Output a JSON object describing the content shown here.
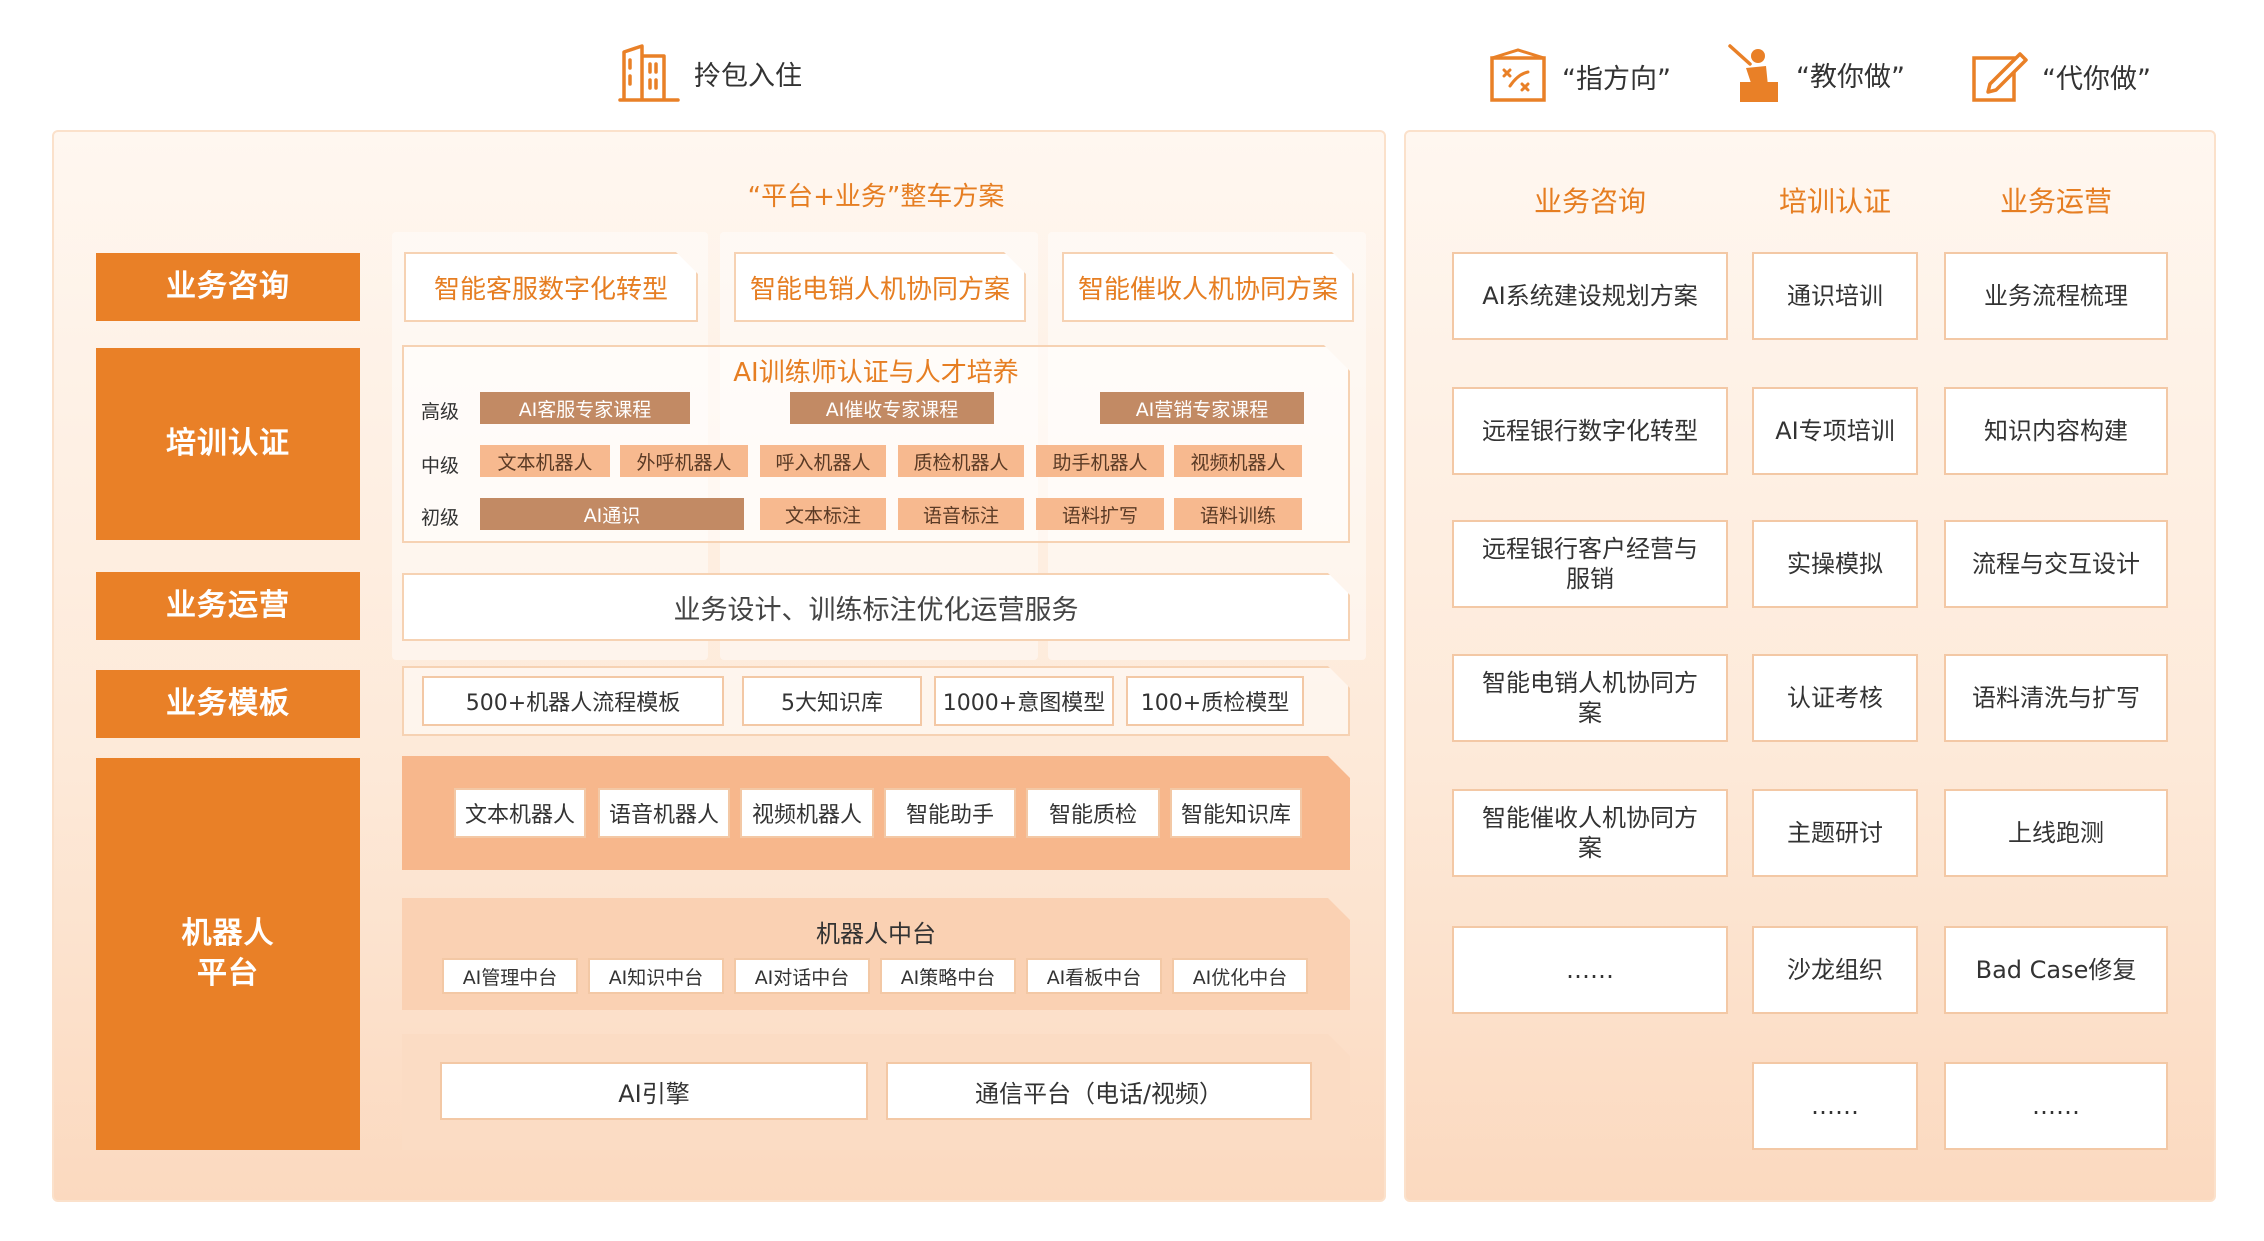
{
  "header_left": {
    "label": "拎包入住",
    "icon": "building-icon"
  },
  "header_right": [
    {
      "label": "“指方向”",
      "icon": "direction-board-icon"
    },
    {
      "label": "“教你做”",
      "icon": "teacher-icon"
    },
    {
      "label": "“代你做”",
      "icon": "edit-icon"
    }
  ],
  "left_panel": {
    "title": "“平台+业务”整车方案",
    "categories": [
      "业务咨询",
      "培训认证",
      "业务运营",
      "业务模板",
      "机器人平台"
    ],
    "category_robot_line1": "机器人",
    "category_robot_line2": "平台",
    "solutions": [
      "智能客服数字化转型",
      "智能电销人机协同方案",
      "智能催收人机协同方案"
    ],
    "training": {
      "title": "AI训练师认证与人才培养",
      "levels": [
        "高级",
        "中级",
        "初级"
      ],
      "advanced": [
        "AI客服专家课程",
        "AI催收专家课程",
        "AI营销专家课程"
      ],
      "intermediate": [
        "文本机器人",
        "外呼机器人",
        "呼入机器人",
        "质检机器人",
        "助手机器人",
        "视频机器人"
      ],
      "basic": [
        "AI通识",
        "文本标注",
        "语音标注",
        "语料扩写",
        "语料训练"
      ]
    },
    "operations": "业务设计、训练标注优化运营服务",
    "templates": [
      "500+机器人流程模板",
      "5大知识库",
      "1000+意图模型",
      "100+质检模型"
    ],
    "robots": [
      "文本机器人",
      "语音机器人",
      "视频机器人",
      "智能助手",
      "智能质检",
      "智能知识库"
    ],
    "middle": {
      "title": "机器人中台",
      "items": [
        "AI管理中台",
        "AI知识中台",
        "AI对话中台",
        "AI策略中台",
        "AI看板中台",
        "AI优化中台"
      ]
    },
    "base": [
      "AI引擎",
      "通信平台（电话/视频）"
    ]
  },
  "right_panel": {
    "columns": [
      {
        "title": "业务咨询",
        "items": [
          "AI系统建设规划方案",
          "远程银行数字化转型",
          "远程银行客户经营与服销",
          "智能电销人机协同方案",
          "智能催收人机协同方案",
          "……"
        ]
      },
      {
        "title": "培训认证",
        "items": [
          "通识培训",
          "AI专项培训",
          "实操模拟",
          "认证考核",
          "主题研讨",
          "沙龙组织",
          "……"
        ]
      },
      {
        "title": "业务运营",
        "items": [
          "业务流程梳理",
          "知识内容构建",
          "流程与交互设计",
          "语料清洗与扩写",
          "上线跑测",
          "Bad Case修复",
          "……"
        ]
      }
    ]
  },
  "colors": {
    "accent": "#e98027",
    "accent_text": "#e67e22",
    "dark_pill": "#c28a64",
    "light_pill": "#f7b98f"
  }
}
